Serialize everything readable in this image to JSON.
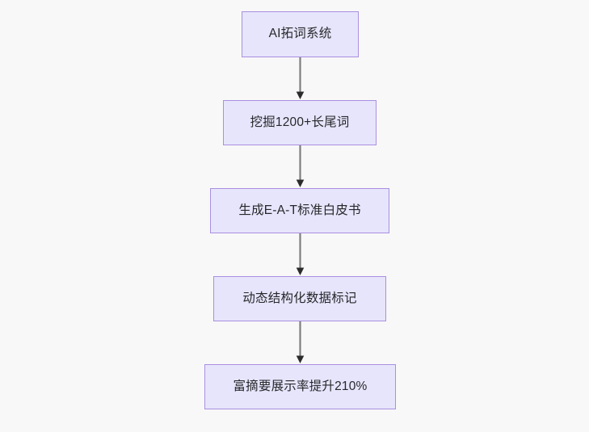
{
  "diagram": {
    "type": "flowchart",
    "orientation": "top-to-bottom",
    "background_color": "#f8f8f8",
    "node_fill_color": "#e7e5fb",
    "node_border_color": "#a98fe0",
    "node_text_color": "#26282b",
    "edge_line_color": "#7f7f7f",
    "edge_arrowhead_color": "#2b2b2b",
    "nodes": [
      {
        "id": "n1",
        "label": "AI拓词系统"
      },
      {
        "id": "n2",
        "label": "挖掘1200+长尾词"
      },
      {
        "id": "n3",
        "label": "生成E-A-T标准白皮书"
      },
      {
        "id": "n4",
        "label": "动态结构化数据标记"
      },
      {
        "id": "n5",
        "label": "富摘要展示率提升210%"
      }
    ],
    "edges": [
      {
        "from": "n1",
        "to": "n2",
        "label": ""
      },
      {
        "from": "n2",
        "to": "n3",
        "label": ""
      },
      {
        "from": "n3",
        "to": "n4",
        "label": ""
      },
      {
        "from": "n4",
        "to": "n5",
        "label": ""
      }
    ]
  }
}
